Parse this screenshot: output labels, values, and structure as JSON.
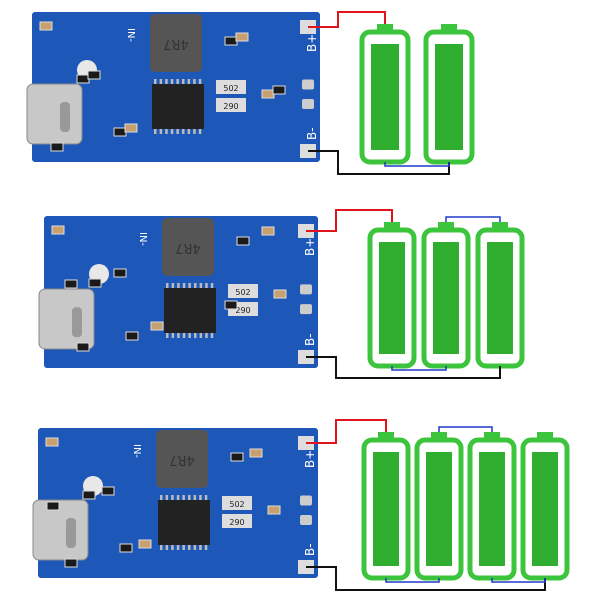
{
  "boards": [
    {
      "battery_count": 2,
      "labels": {
        "in_minus": "IN-",
        "inductor": "4R7",
        "b_plus": "B+",
        "b_minus": "B-",
        "res1": "502",
        "res2": "290"
      }
    },
    {
      "battery_count": 3,
      "labels": {
        "in_minus": "IN-",
        "inductor": "4R7",
        "b_plus": "B+",
        "b_minus": "B-",
        "res1": "502",
        "res2": "290"
      }
    },
    {
      "battery_count": 4,
      "labels": {
        "in_minus": "IN-",
        "inductor": "4R7",
        "b_plus": "B+",
        "b_minus": "B-",
        "res1": "502",
        "res2": "290"
      }
    }
  ],
  "colors": {
    "pcb": "#1d57b8",
    "battery": "#3cc43c",
    "battery_fill": "#2fae2f",
    "positive_wire": "#e0141c",
    "negative_wire": "#111111",
    "series_wire": "#2038c8"
  }
}
